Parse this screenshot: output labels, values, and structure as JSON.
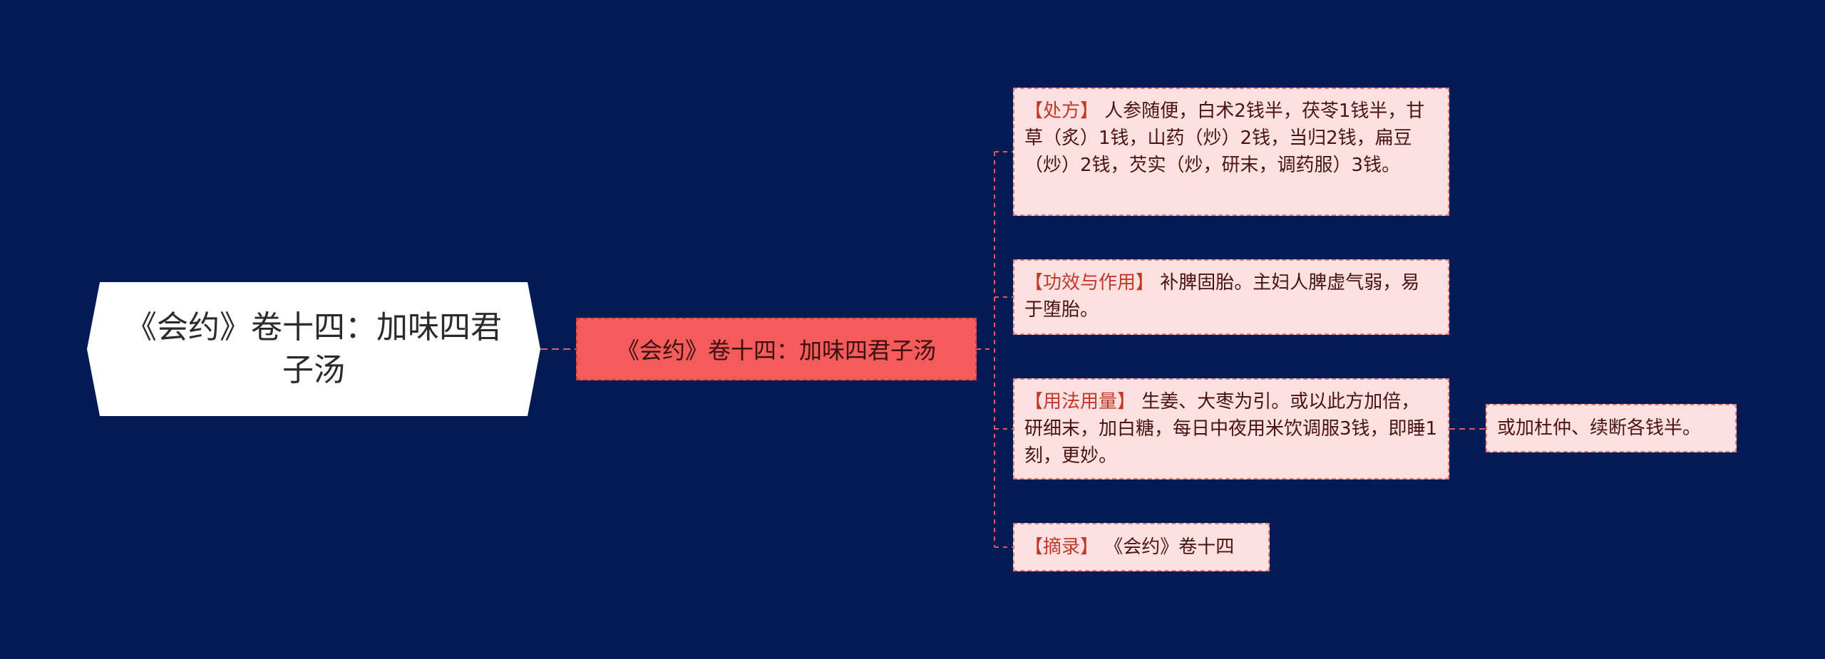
{
  "colors": {
    "background": "#021b55",
    "root_fill": "#ffffff",
    "subtopic_fill": "#f45c5c",
    "leaf_fill": "#fde0e0",
    "connector": "#e05a5a",
    "label_tag": "#c0392b"
  },
  "root": {
    "title": "《会约》卷十四：加味四君子汤"
  },
  "subtopic": {
    "title": "《会约》卷十四：加味四君子汤"
  },
  "leaves": {
    "prescription": {
      "tag": "【处方】",
      "text": " 人参随便，白术2钱半，茯苓1钱半，甘草（炙）1钱，山药（炒）2钱，当归2钱，扁豆（炒）2钱，芡实（炒，研末，调药服）3钱。"
    },
    "efficacy": {
      "tag": "【功效与作用】",
      "text": " 补脾固胎。主妇人脾虚气弱，易于堕胎。"
    },
    "usage": {
      "tag": "【用法用量】",
      "text": " 生姜、大枣为引。或以此方加倍，研细末，加白糖，每日中夜用米饮调服3钱，即睡1刻，更妙。"
    },
    "excerpt": {
      "tag": "【摘录】",
      "text": " 《会约》卷十四"
    },
    "usage_extra": {
      "text": "或加杜仲、续断各钱半。"
    }
  }
}
